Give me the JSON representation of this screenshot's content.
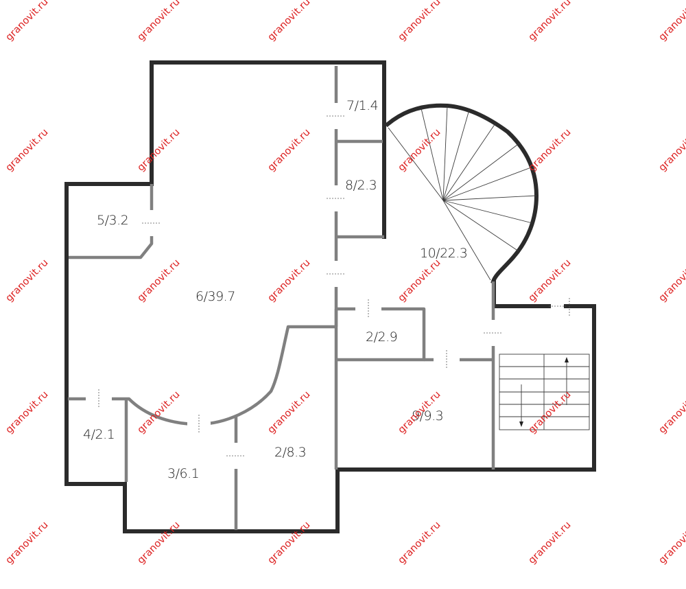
{
  "plan": {
    "rooms": [
      {
        "id": "r7",
        "label": "7/1.4"
      },
      {
        "id": "r8",
        "label": "8/2.3"
      },
      {
        "id": "r5",
        "label": "5/3.2"
      },
      {
        "id": "r6",
        "label": "6/39.7"
      },
      {
        "id": "r10",
        "label": "10/22.3"
      },
      {
        "id": "r2a",
        "label": "2/2.9"
      },
      {
        "id": "r9",
        "label": "9/9.3"
      },
      {
        "id": "r4",
        "label": "4/2.1"
      },
      {
        "id": "r3",
        "label": "3/6.1"
      },
      {
        "id": "r2b",
        "label": "2/8.3"
      }
    ],
    "watermark": "granovit.ru",
    "colors": {
      "exterior_wall": "#2b2b2b",
      "interior_wall": "#808080",
      "watermark": "#dd2222"
    }
  }
}
